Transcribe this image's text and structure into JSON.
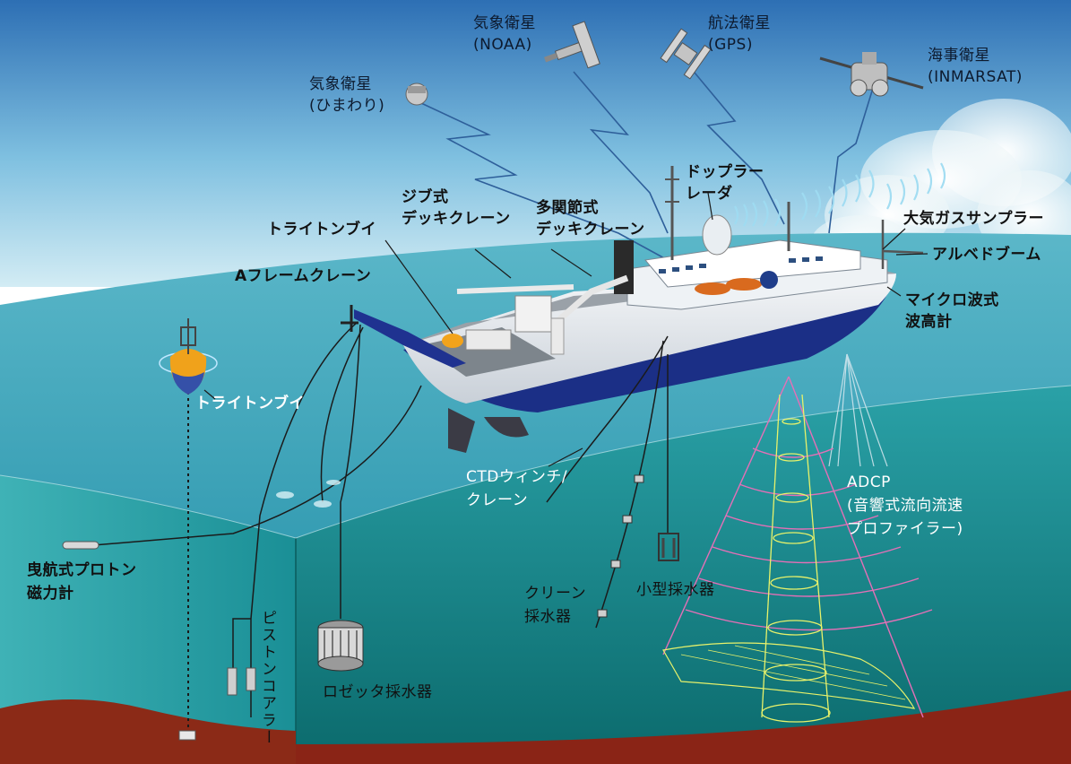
{
  "labels": {
    "sat_noaa_1": "気象衛星",
    "sat_noaa_2": "(NOAA)",
    "sat_gps_1": "航法衛星",
    "sat_gps_2": "(GPS)",
    "sat_inmarsat_1": "海事衛星",
    "sat_inmarsat_2": "(INMARSAT)",
    "sat_himawari_1": "気象衛星",
    "sat_himawari_2": "(ひまわり)",
    "doppler_1": "ドップラー",
    "doppler_2": "レーダ",
    "jib_1": "ジブ式",
    "jib_2": "デッキクレーン",
    "multi_joint_1": "多関節式",
    "multi_joint_2": "デッキクレーン",
    "triton_buoy_upper": "トライトンブイ",
    "air_sampler": "大気ガスサンプラー",
    "albedo_boom": "アルベドブーム",
    "microwave_1": "マイクロ波式",
    "microwave_2": "波高計",
    "a_frame": "Aフレームクレーン",
    "triton_buoy_lower": "トライトンブイ",
    "ctd_1": "CTDウィンチ/",
    "ctd_2": "クレーン",
    "adcp_1": "ADCP",
    "adcp_2": "(音響式流向流速",
    "adcp_3": "プロファイラー)",
    "magnetometer_1": "曳航式プロトン",
    "magnetometer_2": "磁力計",
    "small_sampler": "小型採水器",
    "clean_sampler_1": "クリーン",
    "clean_sampler_2": "採水器",
    "piston_corer": "ピストンコアラー",
    "rosette": "ロゼッタ採水器"
  },
  "colors": {
    "sky_top": "#2f7fc0",
    "sky_bottom": "#c9e6f2",
    "sea_surface": "#1e8fa6",
    "sea_deep": "#0e6f72",
    "seabed": "#8a2416",
    "hull_blue": "#1b2f86",
    "adcp_beam": "#d8f06a",
    "sonar_arc": "#e06ab0"
  }
}
